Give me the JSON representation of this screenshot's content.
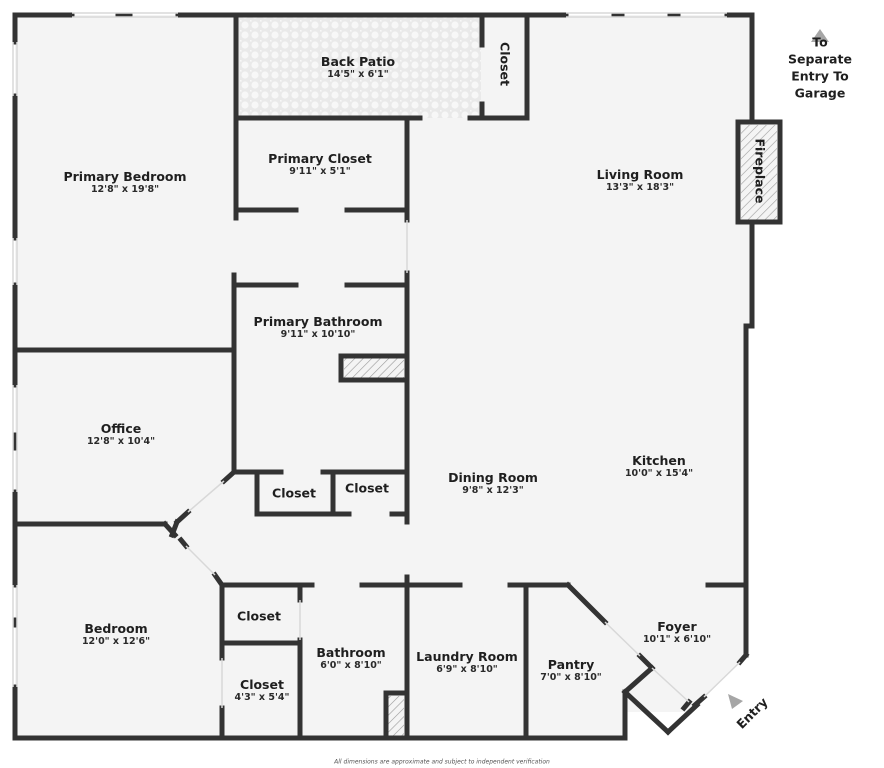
{
  "floorplan": {
    "rooms": [
      {
        "name": "Primary Bedroom",
        "dimensions": "12'8\" x 19'8\""
      },
      {
        "name": "Back Patio",
        "dimensions": "14'5\" x 6'1\""
      },
      {
        "name": "Closet",
        "dimensions": ""
      },
      {
        "name": "Primary Closet",
        "dimensions": "9'11\" x 5'1\""
      },
      {
        "name": "Living Room",
        "dimensions": "13'3\" x 18'3\""
      },
      {
        "name": "Fireplace",
        "dimensions": ""
      },
      {
        "name": "Primary Bathroom",
        "dimensions": "9'11\" x 10'10\""
      },
      {
        "name": "Office",
        "dimensions": "12'8\" x 10'4\""
      },
      {
        "name": "Closet",
        "dimensions": ""
      },
      {
        "name": "Closet",
        "dimensions": ""
      },
      {
        "name": "Dining Room",
        "dimensions": "9'8\" x 12'3\""
      },
      {
        "name": "Kitchen",
        "dimensions": "10'0\" x 15'4\""
      },
      {
        "name": "Bedroom",
        "dimensions": "12'0\" x 12'6\""
      },
      {
        "name": "Closet",
        "dimensions": ""
      },
      {
        "name": "Closet",
        "dimensions": "4'3\" x 5'4\""
      },
      {
        "name": "Bathroom",
        "dimensions": "6'0\" x 8'10\""
      },
      {
        "name": "Laundry Room",
        "dimensions": "6'9\" x 8'10\""
      },
      {
        "name": "Pantry",
        "dimensions": "7'0\" x 8'10\""
      },
      {
        "name": "Foyer",
        "dimensions": "10'1\" x 6'10\""
      }
    ],
    "annotations": {
      "garage_line1": "To Separate",
      "garage_line2": "Entry To Garage",
      "entry": "Entry",
      "disclaimer": "All dimensions are approximate and subject to independent verification"
    },
    "colors": {
      "wall": "#333333",
      "floor": "#f4f4f4",
      "patio": "#ececec",
      "arrow": "#a6a6a6"
    }
  }
}
